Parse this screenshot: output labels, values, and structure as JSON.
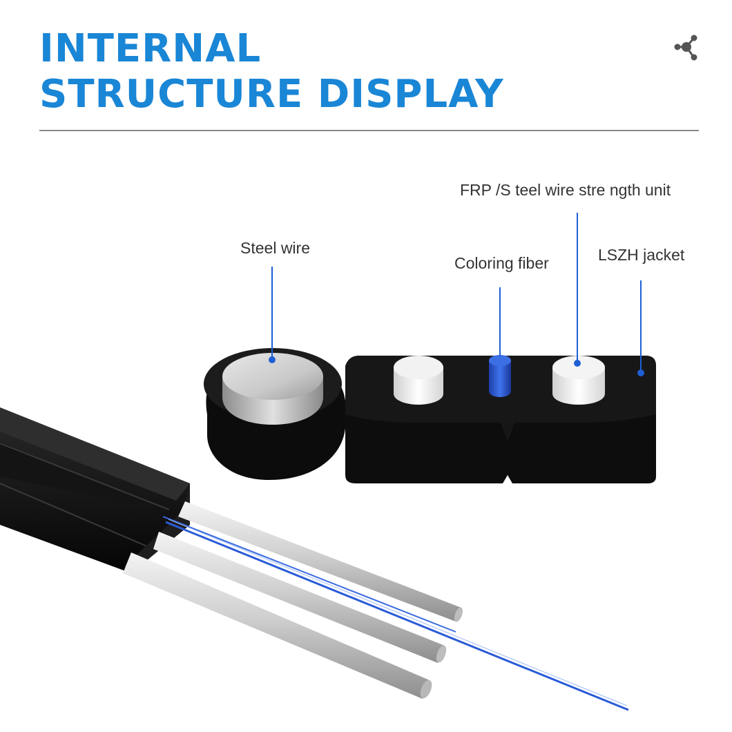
{
  "title": {
    "line1": "INTERNAL",
    "line2": "STRUCTURE DISPLAY"
  },
  "icons": {
    "share": "share-icon"
  },
  "labels": {
    "steel_wire": "Steel wire",
    "coloring_fiber": "Coloring fiber",
    "strength_unit": "FRP /S teel wire stre ngth unit",
    "jacket": "LSZH jacket"
  },
  "colors": {
    "accent": "#1a86d6",
    "pointer": "#1e5fd6",
    "fiber": "#2a5bd7",
    "jacket": "#0d0d0d"
  }
}
